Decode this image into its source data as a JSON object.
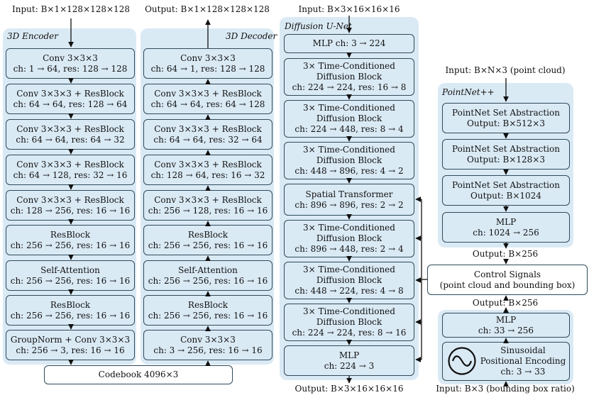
{
  "encoder": {
    "title": "3D Encoder",
    "input": "Input: B×1×128×128×128",
    "blocks": [
      {
        "l1": "Conv 3×3×3",
        "l2": "ch: 1 → 64, res: 128 → 128"
      },
      {
        "l1": "Conv 3×3×3 + ResBlock",
        "l2": "ch: 64 → 64, res: 128 → 64"
      },
      {
        "l1": "Conv 3×3×3 + ResBlock",
        "l2": "ch: 64 → 64, res: 64 → 32"
      },
      {
        "l1": "Conv 3×3×3 + ResBlock",
        "l2": "ch: 64 → 128, res: 32 → 16"
      },
      {
        "l1": "Conv 3×3×3 + ResBlock",
        "l2": "ch: 128 → 256, res: 16 → 16"
      },
      {
        "l1": "ResBlock",
        "l2": "ch: 256 → 256, res: 16 → 16"
      },
      {
        "l1": "Self-Attention",
        "l2": "ch: 256 → 256, res: 16 → 16"
      },
      {
        "l1": "ResBlock",
        "l2": "ch: 256 → 256, res: 16 → 16"
      },
      {
        "l1": "GroupNorm + Conv 3×3×3",
        "l2": "ch: 256 → 3, res: 16 → 16"
      }
    ]
  },
  "decoder": {
    "title": "3D Decoder",
    "output": "Output: B×1×128×128×128",
    "blocks": [
      {
        "l1": "Conv 3×3×3",
        "l2": "ch: 64 → 1, res: 128 → 128"
      },
      {
        "l1": "Conv 3×3×3 + ResBlock",
        "l2": "ch: 64 → 64, res: 64 → 128"
      },
      {
        "l1": "Conv 3×3×3 + ResBlock",
        "l2": "ch: 64 → 64, res: 32 → 64"
      },
      {
        "l1": "Conv 3×3×3 + ResBlock",
        "l2": "ch: 128 → 64, res: 16 → 32"
      },
      {
        "l1": "Conv 3×3×3 + ResBlock",
        "l2": "ch: 256 → 128, res: 16 → 16"
      },
      {
        "l1": "ResBlock",
        "l2": "ch: 256 → 256, res: 16 → 16"
      },
      {
        "l1": "Self-Attention",
        "l2": "ch: 256 → 256, res: 16 → 16"
      },
      {
        "l1": "ResBlock",
        "l2": "ch: 256 → 256, res: 16 → 16"
      },
      {
        "l1": "Conv 3×3×3",
        "l2": "ch: 3 → 256, res: 16 → 16"
      }
    ]
  },
  "codebook": "Codebook 4096×3",
  "unet": {
    "title": "Diffusion U-Net",
    "input": "Input: B×3×16×16×16",
    "output": "Output: B×3×16×16×16",
    "blocks": [
      {
        "lines": [
          "MLP ch: 3 → 224"
        ]
      },
      {
        "lines": [
          "3× Time-Conditioned",
          "Diffusion Block",
          "ch: 224 → 224, res: 16 → 8"
        ]
      },
      {
        "lines": [
          "3× Time-Conditioned",
          "Diffusion Block",
          "ch: 224 → 448, res: 8 → 4"
        ]
      },
      {
        "lines": [
          "3× Time-Conditioned",
          "Diffusion Block",
          "ch: 448 → 896, res: 4 → 2"
        ]
      },
      {
        "lines": [
          "Spatial Transformer",
          "ch: 896 → 896, res: 2 → 2"
        ]
      },
      {
        "lines": [
          "3× Time-Conditioned",
          "Diffusion Block",
          "ch: 896 → 448, res: 2 → 4"
        ]
      },
      {
        "lines": [
          "3× Time-Conditioned",
          "Diffusion Block",
          "ch: 448 → 224, res: 4 → 8"
        ]
      },
      {
        "lines": [
          "3× Time-Conditioned",
          "Diffusion Block",
          "ch: 224 → 224, res: 8 → 16"
        ]
      },
      {
        "lines": [
          "MLP",
          "ch: 224 → 3"
        ]
      }
    ]
  },
  "pointnet": {
    "title": "PointNet++",
    "input": "Input: B×N×3 (point cloud)",
    "output": "Output: B×256",
    "blocks": [
      {
        "l1": "PointNet Set Abstraction",
        "l2": "Output: B×512×3"
      },
      {
        "l1": "PointNet Set Abstraction",
        "l2": "Output: B×128×3"
      },
      {
        "l1": "PointNet Set Abstraction",
        "l2": "Output: B×1024"
      },
      {
        "l1": "MLP",
        "l2": "ch: 1024 → 256"
      }
    ]
  },
  "control": {
    "l1": "Control Signals",
    "l2": "(point cloud and bounding box)"
  },
  "bbox": {
    "output": "Output: B×256",
    "input": "Input: B×3 (bounding box ratio)",
    "mlp": {
      "l1": "MLP",
      "l2": "ch: 33 → 256"
    },
    "encoding": {
      "l1": "Sinusoidal",
      "l2": "Positional Encoding",
      "l3": "ch: 3 → 33"
    },
    "icon": "sine-wave-icon"
  }
}
